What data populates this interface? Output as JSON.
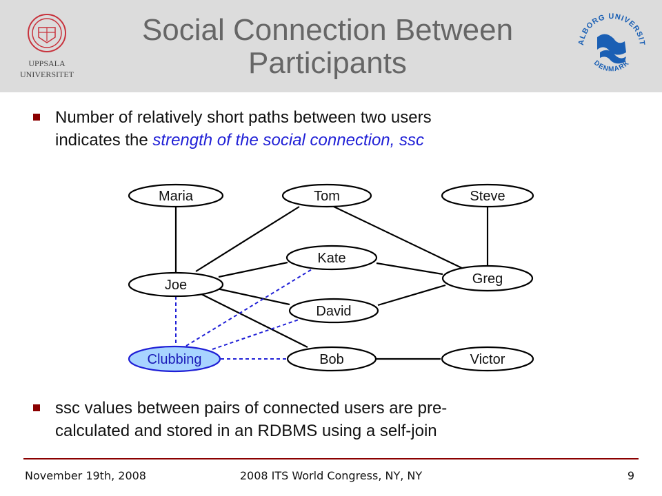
{
  "header": {
    "title_line1": "Social Connection Between",
    "title_line2": "Participants",
    "left_logo": {
      "icon": "uppsala-seal-icon",
      "line1": "UPPSALA",
      "line2": "UNIVERSITET"
    },
    "right_logo": {
      "icon": "aalborg-wave-icon",
      "top_text": "AALBORG UNIVERSITY",
      "bottom_text": "DENMARK"
    }
  },
  "bullets": [
    {
      "text_line1": "Number of relatively short paths between two users",
      "text_lead": "indicates the ",
      "emphasis": "strength of the social connection, ssc"
    },
    {
      "text_line1": "ssc values between pairs of connected users are pre-",
      "text_line2": "calculated and stored in an RDBMS using a self-join"
    }
  ],
  "graph": {
    "nodes": [
      {
        "id": "maria",
        "label": "Maria"
      },
      {
        "id": "tom",
        "label": "Tom"
      },
      {
        "id": "steve",
        "label": "Steve"
      },
      {
        "id": "kate",
        "label": "Kate"
      },
      {
        "id": "joe",
        "label": "Joe"
      },
      {
        "id": "greg",
        "label": "Greg"
      },
      {
        "id": "david",
        "label": "David"
      },
      {
        "id": "clubbing",
        "label": "Clubbing"
      },
      {
        "id": "bob",
        "label": "Bob"
      },
      {
        "id": "victor",
        "label": "Victor"
      }
    ],
    "colors": {
      "node_fill": "#ffffff",
      "group_fill": "#a8d4ff",
      "solid_edge": "#000000",
      "dashed_edge": "#1f1fd6"
    }
  },
  "footer": {
    "date": "November 19th, 2008",
    "event": "2008 ITS World Congress, NY, NY",
    "page": "9",
    "rule_color": "#8b0000"
  }
}
